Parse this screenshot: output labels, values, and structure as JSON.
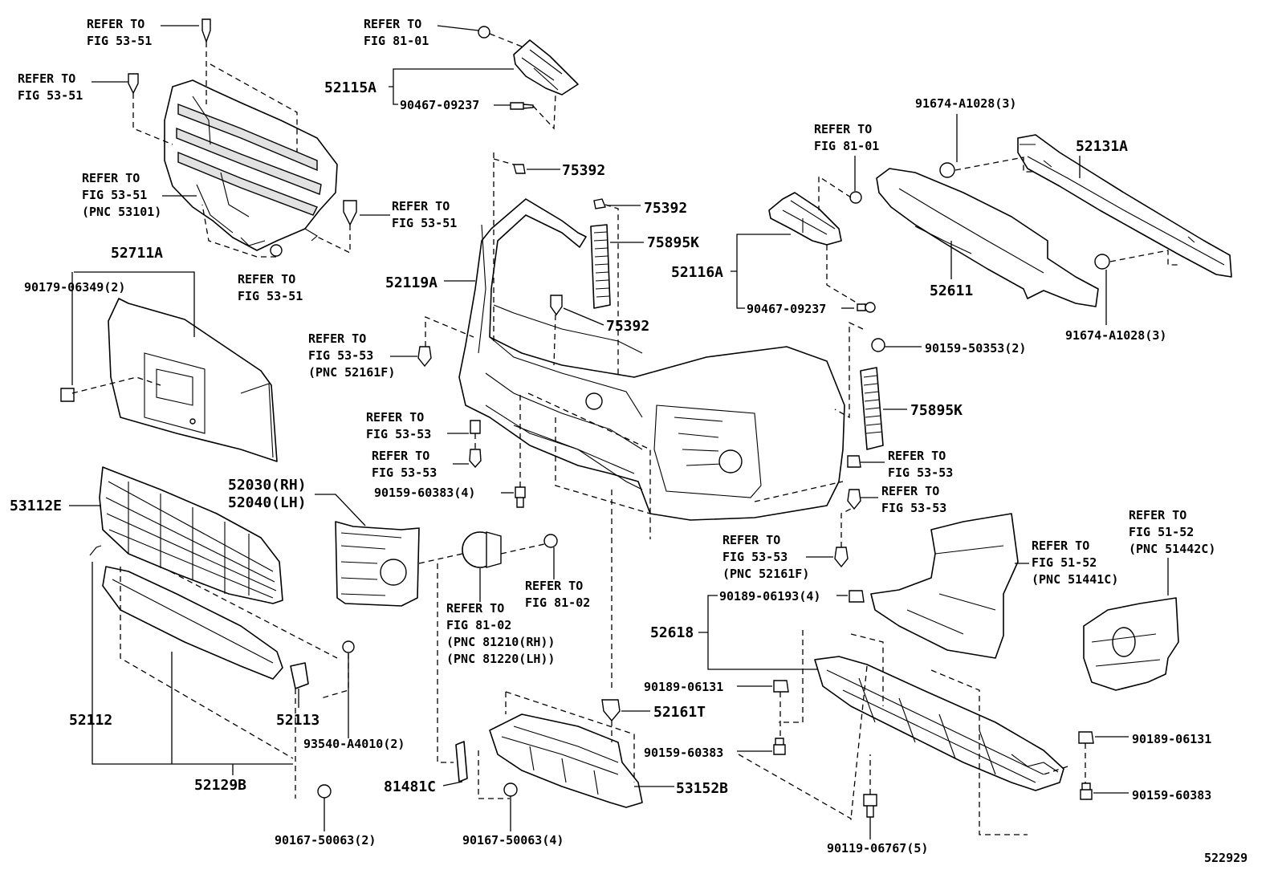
{
  "callouts": {
    "refer_grille_clip_top": [
      "REFER TO",
      "FIG 53-51"
    ],
    "refer_grille_clip_left": [
      "REFER TO",
      "FIG 53-51"
    ],
    "refer_grille": [
      "REFER TO",
      "FIG 53-51",
      "(PNC 53101)"
    ],
    "refer_grille_clip_right": [
      "REFER TO",
      "FIG 53-51"
    ],
    "refer_grille_clip_bottom": [
      "REFER TO",
      "FIG 53-51"
    ],
    "refer_bracket_rh_top": [
      "REFER TO",
      "FIG 81-01"
    ],
    "refer_bracket_lh_top": [
      "REFER TO",
      "FIG 81-01"
    ],
    "refer_clip_52161f_left": [
      "REFER TO",
      "FIG 53-53",
      "(PNC 52161F)"
    ],
    "refer_clip_left_a": [
      "REFER TO",
      "FIG 53-53"
    ],
    "refer_clip_left_b": [
      "REFER TO",
      "FIG 53-53"
    ],
    "refer_clip_right_a": [
      "REFER TO",
      "FIG 53-53"
    ],
    "refer_clip_right_b": [
      "REFER TO",
      "FIG 53-53"
    ],
    "refer_clip_52161f_right": [
      "REFER TO",
      "FIG 53-53",
      "(PNC 52161F)"
    ],
    "refer_fog_bolt": [
      "REFER TO",
      "FIG 81-02"
    ],
    "refer_fog_lamp": [
      "REFER TO",
      "FIG 81-02",
      "(PNC 81210(RH))",
      "(PNC 81220(LH))"
    ],
    "refer_cover_51441c": [
      "REFER TO",
      "FIG 51-52",
      "(PNC 51441C)"
    ],
    "refer_cover_51442c": [
      "REFER TO",
      "FIG 51-52",
      "(PNC 51442C)"
    ]
  },
  "parts": {
    "p52115A": "52115A",
    "p90467_top": "90467-09237",
    "p75392_a": "75392",
    "p75392_b": "75392",
    "p75392_c": "75392",
    "p75895K_a": "75895K",
    "p75895K_b": "75895K",
    "p52119A": "52119A",
    "p52711A": "52711A",
    "p90179": "90179-06349(2)",
    "p52116A": "52116A",
    "p90467_right": "90467-09237",
    "p91674_top": "91674-A1028(3)",
    "p91674_bottom": "91674-A1028(3)",
    "p52131A": "52131A",
    "p52611": "52611",
    "p90159_50353": "90159-50353(2)",
    "p90159_60383_4": "90159-60383(4)",
    "p53112E": "53112E",
    "p52030": "52030(RH)",
    "p52040": "52040(LH)",
    "p52112": "52112",
    "p52113": "52113",
    "p93540": "93540-A4010(2)",
    "p52129B": "52129B",
    "p90167_2": "90167-50063(2)",
    "p81481C": "81481C",
    "p90167_4": "90167-50063(4)",
    "p53152B": "53152B",
    "p52161T": "52161T",
    "p90189_06193": "90189-06193(4)",
    "p52618": "52618",
    "p90189_06131_a": "90189-06131",
    "p90159_60383_a": "90159-60383",
    "p90189_06131_b": "90189-06131",
    "p90159_60383_b": "90159-60383",
    "p90119": "90119-06767(5)"
  },
  "figure_id": "522929"
}
